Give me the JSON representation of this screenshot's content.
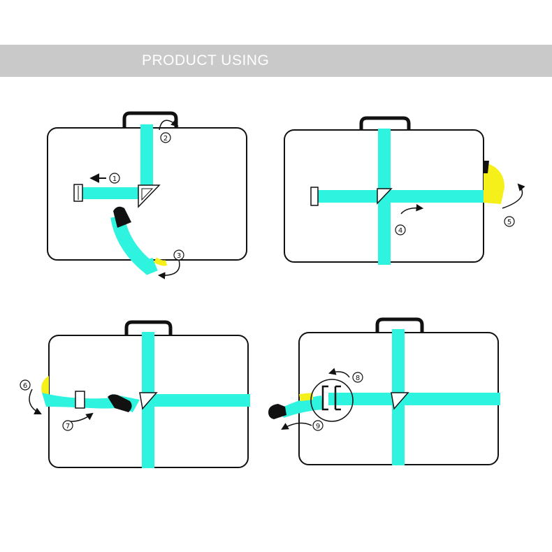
{
  "header": {
    "title": "PRODUCT USING"
  },
  "colors": {
    "strap": "#2ef3df",
    "strap_inner": "#f5ef1a",
    "outline": "#111111",
    "banner": "#c9c9c9"
  },
  "steps": [
    "1",
    "2",
    "3",
    "4",
    "5",
    "6",
    "7",
    "8",
    "9"
  ]
}
